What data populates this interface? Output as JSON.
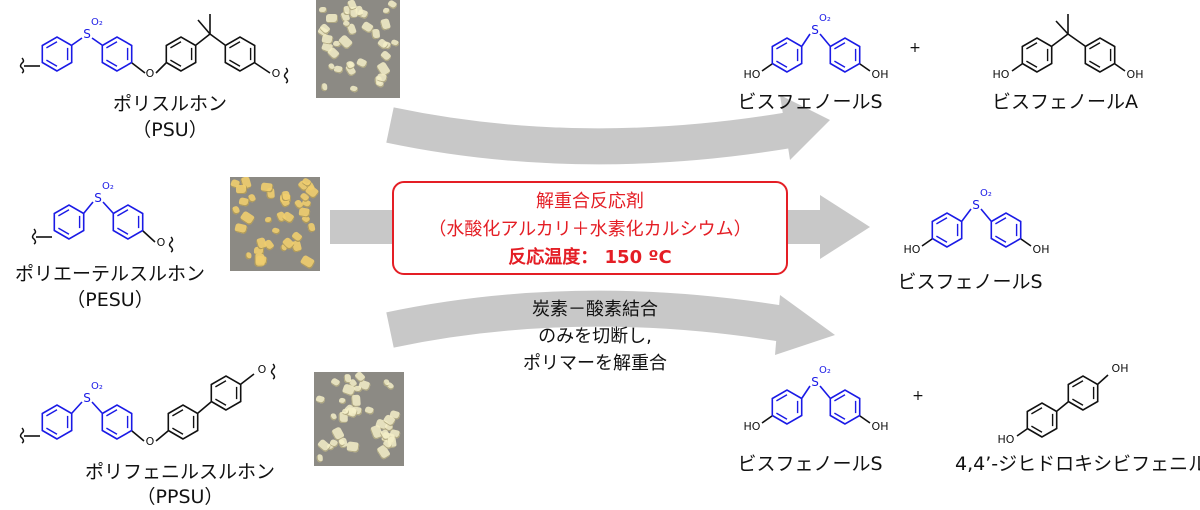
{
  "polymers": {
    "psu": {
      "name": "ポリスルホン",
      "abbr": "（PSU）"
    },
    "pesu": {
      "name": "ポリエーテルスルホン",
      "abbr": "（PESU）"
    },
    "ppsu": {
      "name": "ポリフェニルスルホン",
      "abbr": "（PPSU）"
    }
  },
  "reagent": {
    "title": "解重合反応剤",
    "reagents": "（水酸化アルカリ＋水素化カルシウム）",
    "temperature": "反応温度： 150 ºC"
  },
  "note": [
    "炭素－酸素結合",
    "のみを切断し,",
    "ポリマーを解重合"
  ],
  "products": {
    "row1": {
      "p1": "ビスフェノールS",
      "p2": "ビスフェノールA"
    },
    "row2": {
      "p1": "ビスフェノールS"
    },
    "row3": {
      "p1": "ビスフェノールS",
      "p2": "4,4’-ジヒドロキシビフェニル"
    }
  },
  "structure_text": {
    "so2_sub": "O₂",
    "s": "S",
    "o": "O",
    "ho": "HO",
    "oh": "OH",
    "plus": "+"
  },
  "colors": {
    "accent": "#e41e25",
    "sulfone_ring": "#1a1ae6",
    "arrow": "#c8c8c8"
  }
}
